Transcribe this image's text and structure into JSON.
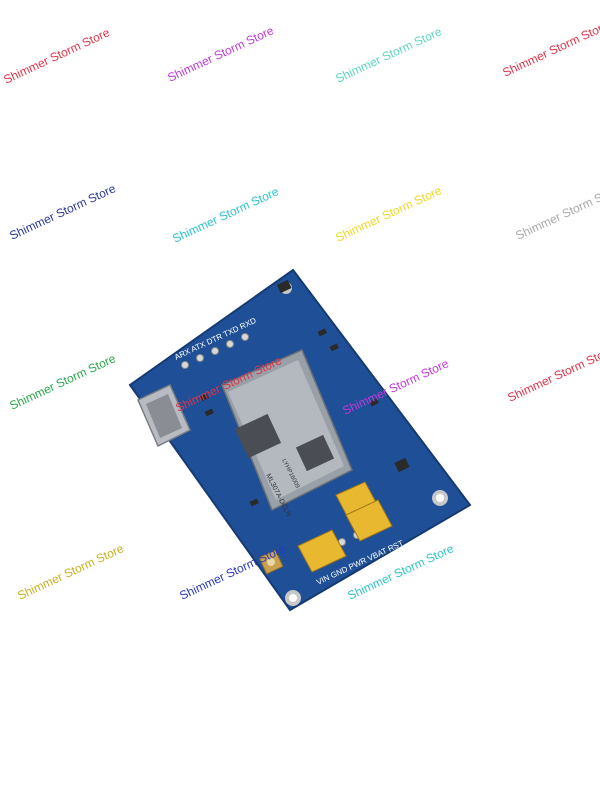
{
  "watermark": {
    "text": "Shimmer Storm Store",
    "colors": [
      "#e0344a",
      "#c03ad8",
      "#5ad8c0",
      "#e0344a",
      "#2a3a9a",
      "#2ec4c8",
      "#f0d820",
      "#a8a8a8",
      "#2aa84a",
      "#e0344a",
      "#c03ad8",
      "#e0344a",
      "#c8b020",
      "#2a3ab8",
      "#2ec4c8"
    ]
  },
  "board": {
    "header_pins": "ARX ATX DTR TXD RXD",
    "power_pins": "VIN GND PWR VBAT RST",
    "module_line1": "ML307A-DCLN",
    "module_line2": "LYHP16009"
  }
}
